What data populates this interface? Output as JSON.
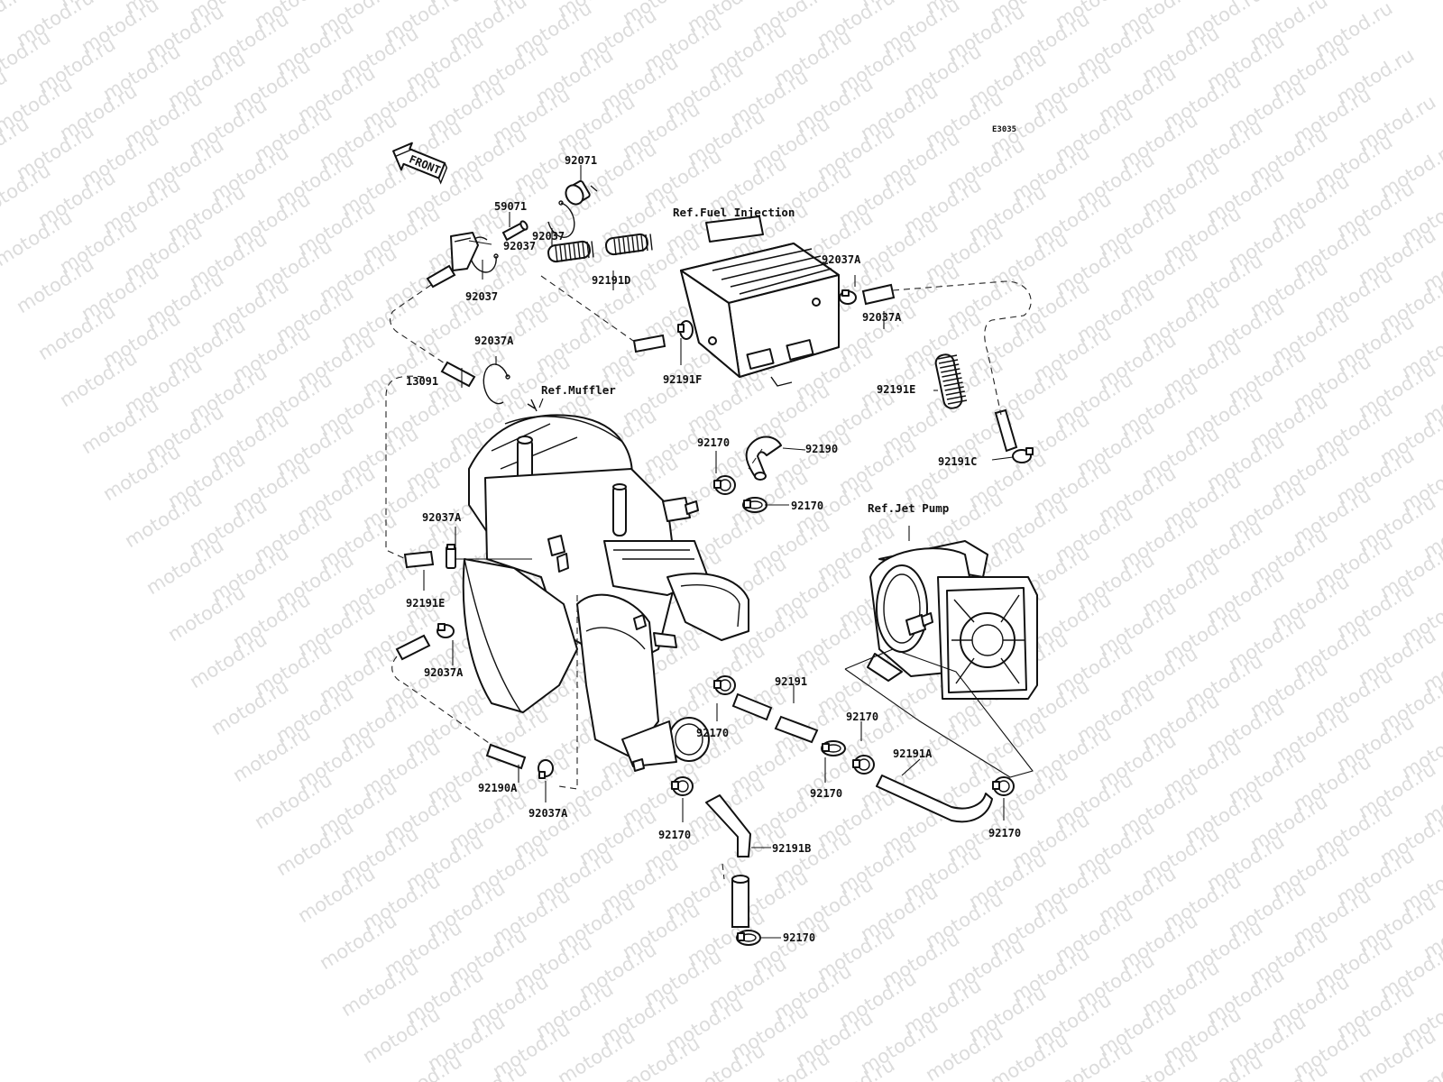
{
  "watermark": "motod.ru",
  "diagram_code": "E3035",
  "front_label": "FRONT",
  "references": {
    "fuel_injection": "Ref.Fuel Injection",
    "muffler": "Ref.Muffler",
    "jet_pump": "Ref.Jet Pump"
  },
  "part_labels": [
    "92071",
    "59071",
    "92037",
    "92037",
    "92037",
    "13091",
    "92191D",
    "92191F",
    "92037A",
    "92037A",
    "92191E",
    "92191C",
    "92037A",
    "92170",
    "92190",
    "92170",
    "92037A",
    "92191E",
    "92037A",
    "92191",
    "92170",
    "92170",
    "92170",
    "92191A",
    "92170",
    "92190A",
    "92037A",
    "92170",
    "92191B",
    "92170"
  ]
}
